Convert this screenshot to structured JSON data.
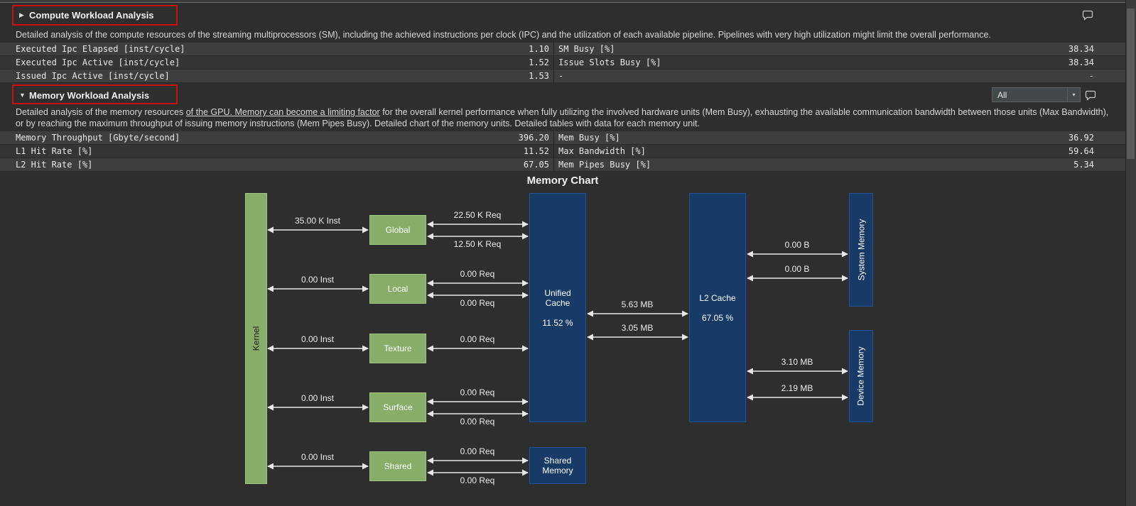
{
  "colors": {
    "background": "#2e2e2e",
    "annotation_red": "#cc1111",
    "green_box": "#87ad68",
    "blue_box": "#173a66",
    "arrow": "#e8e8e8"
  },
  "compute_section": {
    "collapse_icon": "▶",
    "title": "Compute Workload Analysis",
    "description": "Detailed analysis of the compute resources of the streaming multiprocessors (SM), including the achieved instructions per clock (IPC) and the utilization of each available pipeline. Pipelines with very high utilization might limit the overall performance.",
    "rows": [
      {
        "l_label": "Executed Ipc Elapsed [inst/cycle]",
        "l_value": "1.10",
        "r_label": "SM Busy [%]",
        "r_value": "38.34"
      },
      {
        "l_label": "Executed Ipc Active [inst/cycle]",
        "l_value": "1.52",
        "r_label": "Issue Slots Busy [%]",
        "r_value": "38.34"
      },
      {
        "l_label": "Issued Ipc Active [inst/cycle]",
        "l_value": "1.53",
        "r_label": "-",
        "r_value": "-"
      }
    ]
  },
  "memory_section": {
    "collapse_icon": "▼",
    "title": "Memory Workload Analysis",
    "filter_dropdown": {
      "value": "All",
      "chevron": "▾"
    },
    "description_part1": "Detailed analysis of the memory resources ",
    "description_underlined": "of the GPU. Memory can become a limiting factor",
    "description_part2": " for the overall kernel performance when fully utilizing the involved hardware units (Mem Busy), exhausting the available communication bandwidth between those units (Max Bandwidth), or by reaching the maximum throughput of issuing memory instructions (Mem Pipes Busy). Detailed chart of the memory units. Detailed tables with data for each memory unit.",
    "rows": [
      {
        "l_label": "Memory Throughput [Gbyte/second]",
        "l_value": "396.20",
        "r_label": "Mem Busy [%]",
        "r_value": "36.92"
      },
      {
        "l_label": "L1 Hit Rate [%]",
        "l_value": "11.52",
        "r_label": "Max Bandwidth [%]",
        "r_value": "59.64"
      },
      {
        "l_label": "L2 Hit Rate [%]",
        "l_value": "67.05",
        "r_label": "Mem Pipes Busy [%]",
        "r_value": "5.34"
      }
    ]
  },
  "memory_chart": {
    "title": "Memory Chart",
    "nodes": {
      "kernel": "Kernel",
      "global": "Global",
      "local": "Local",
      "texture": "Texture",
      "surface": "Surface",
      "shared": "Shared",
      "unified_cache": "Unified Cache",
      "unified_cache_hit": "11.52 %",
      "shared_memory": "Shared Memory",
      "l2_cache": "L2 Cache",
      "l2_cache_hit": "67.05 %",
      "system_memory": "System Memory",
      "device_memory": "Device Memory"
    },
    "edges": {
      "kernel_global": "35.00 K Inst",
      "global_unified_1": "22.50 K Req",
      "global_unified_2": "12.50 K Req",
      "kernel_local": "0.00 Inst",
      "local_unified_1": "0.00 Req",
      "local_unified_2": "0.00 Req",
      "kernel_texture": "0.00 Inst",
      "texture_unified_1": "0.00 Req",
      "kernel_surface": "0.00 Inst",
      "surface_unified_1": "0.00 Req",
      "surface_unified_2": "0.00 Req",
      "kernel_shared": "0.00 Inst",
      "shared_sharedmem_1": "0.00 Req",
      "shared_sharedmem_2": "0.00 Req",
      "unified_l2_1": "5.63 MB",
      "unified_l2_2": "3.05 MB",
      "l2_system_1": "0.00 B",
      "l2_system_2": "0.00 B",
      "l2_device_1": "3.10 MB",
      "l2_device_2": "2.19 MB"
    }
  }
}
